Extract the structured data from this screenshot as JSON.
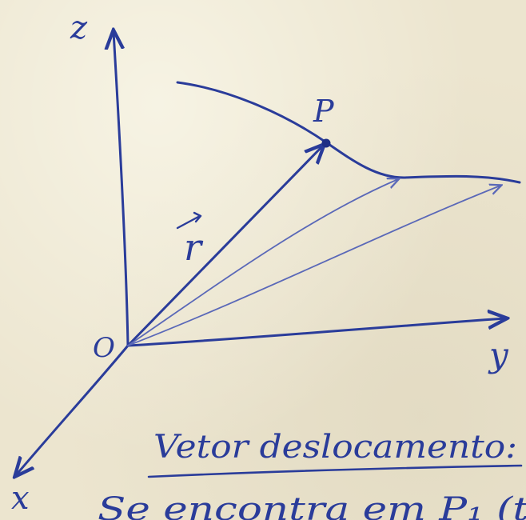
{
  "diagram": {
    "axis_labels": {
      "z": "z",
      "y": "y",
      "x": "x"
    },
    "origin_label": "O",
    "point_label": "P",
    "position_vector_label": "r",
    "heading": "Vetor deslocamento:",
    "partial_line": "Se encontra em P₁ (t",
    "ink_color": "#2a3c9a"
  }
}
